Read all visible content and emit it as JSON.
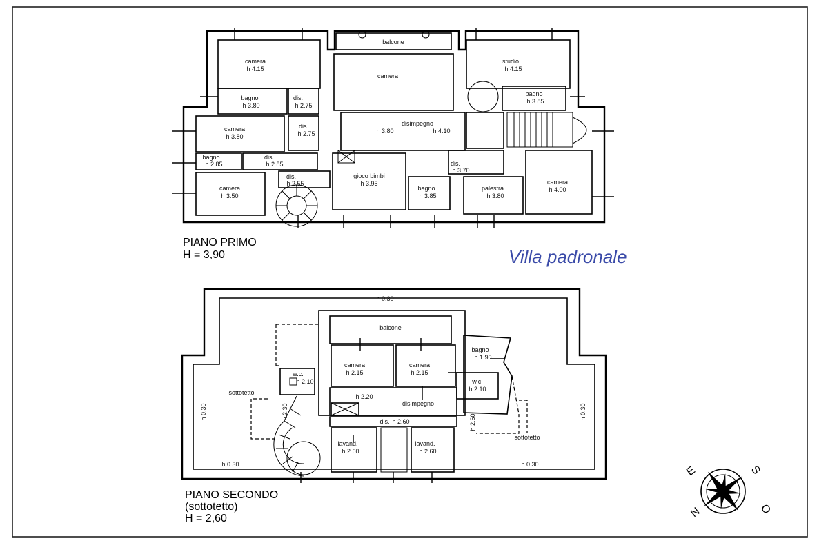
{
  "title": "Villa padronale",
  "floors": [
    {
      "id": "primo",
      "name": "PIANO PRIMO",
      "height": "H = 3,90",
      "rooms": [
        {
          "name": "camera",
          "height": "h 4.15"
        },
        {
          "name": "balcone",
          "height": ""
        },
        {
          "name": "camera",
          "height": ""
        },
        {
          "name": "studio",
          "height": "h 4.15"
        },
        {
          "name": "bagno",
          "height": "h 3.80"
        },
        {
          "name": "dis.",
          "height": "h 2.75"
        },
        {
          "name": "bagno",
          "height": "h 3.85"
        },
        {
          "name": "camera",
          "height": "h 3.80"
        },
        {
          "name": "dis.",
          "height": "h 2.75"
        },
        {
          "name": "disimpegno",
          "height": "h 3.80"
        },
        {
          "name": "",
          "height": "h 4.10"
        },
        {
          "name": "bagno",
          "height": "h 2.85"
        },
        {
          "name": "dis.",
          "height": "h 2.85"
        },
        {
          "name": "dis.",
          "height": "h 3.70"
        },
        {
          "name": "camera",
          "height": "h 4.00"
        },
        {
          "name": "dis.",
          "height": "h 2.55"
        },
        {
          "name": "gioco bimbi",
          "height": "h 3.95"
        },
        {
          "name": "camera",
          "height": "h 3.50"
        },
        {
          "name": "bagno",
          "height": "h 3.85"
        },
        {
          "name": "palestra",
          "height": "h 3.80"
        }
      ]
    },
    {
      "id": "secondo",
      "name": "PIANO SECONDO",
      "subtitle": "(sottotetto)",
      "height": "H = 2,60",
      "rooms": [
        {
          "name": "",
          "height": "h 0.30"
        },
        {
          "name": "balcone",
          "height": ""
        },
        {
          "name": "bagno",
          "height": "h 1.90"
        },
        {
          "name": "camera",
          "height": "h 2.15"
        },
        {
          "name": "camera",
          "height": "h 2.15"
        },
        {
          "name": "w.c.",
          "height": "h 2.10"
        },
        {
          "name": "w.c.",
          "height": "h 2.10"
        },
        {
          "name": "sottotetto",
          "height": ""
        },
        {
          "name": "",
          "height": "h 2.20"
        },
        {
          "name": "disimpegno",
          "height": ""
        },
        {
          "name": "",
          "height": "h 0.30"
        },
        {
          "name": "",
          "height": "h 0.30"
        },
        {
          "name": "",
          "height": "h 2.30"
        },
        {
          "name": "dis.",
          "height": "h 2.60"
        },
        {
          "name": "",
          "height": "h 2.60"
        },
        {
          "name": "sottotetto",
          "height": ""
        },
        {
          "name": "lavand.",
          "height": "h 2.60"
        },
        {
          "name": "lavand.",
          "height": "h 2.60"
        },
        {
          "name": "",
          "height": "h 0.30"
        },
        {
          "name": "",
          "height": "h 0.30"
        }
      ]
    }
  ],
  "compass": {
    "labels": [
      "E",
      "S",
      "O",
      "N"
    ]
  }
}
